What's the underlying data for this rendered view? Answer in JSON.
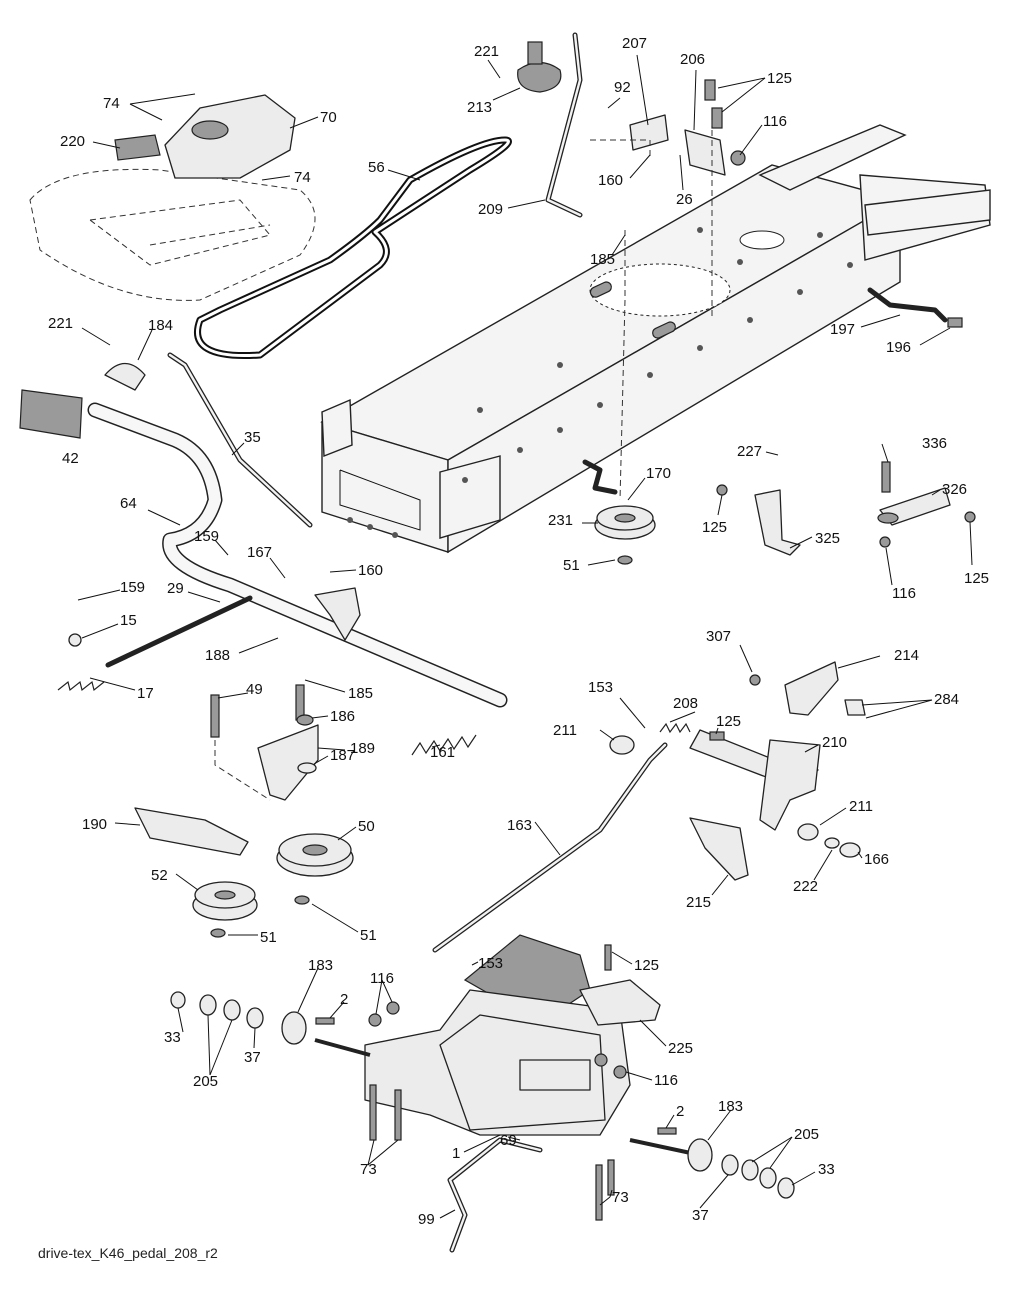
{
  "caption": "drive-tex_K46_pedal_208_r2",
  "callouts": {
    "c1": "221",
    "c2": "213",
    "c3": "207",
    "c4": "206",
    "c5": "125",
    "c6": "92",
    "c7": "74",
    "c8": "70",
    "c9": "220",
    "c10": "74",
    "c11": "56",
    "c12": "116",
    "c13": "160",
    "c14": "26",
    "c15": "209",
    "c16": "185",
    "c17": "197",
    "c18": "196",
    "c19": "221",
    "c20": "184",
    "c21": "42",
    "c22": "35",
    "c23": "227",
    "c24": "336",
    "c25": "170",
    "c26": "326",
    "c27": "64",
    "c28": "231",
    "c29": "125",
    "c30": "325",
    "c31": "159",
    "c32": "167",
    "c33": "160",
    "c34": "51",
    "c35": "125",
    "c36": "116",
    "c37": "159",
    "c38": "29",
    "c39": "15",
    "c40": "188",
    "c41": "307",
    "c42": "214",
    "c43": "17",
    "c44": "49",
    "c45": "185",
    "c46": "153",
    "c47": "208",
    "c48": "284",
    "c49": "186",
    "c50": "211",
    "c51": "125",
    "c52": "210",
    "c53": "189",
    "c54": "161",
    "c55": "187",
    "c56": "190",
    "c57": "50",
    "c58": "163",
    "c59": "211",
    "c60": "52",
    "c61": "222",
    "c62": "166",
    "c63": "215",
    "c64": "51",
    "c65": "51",
    "c66": "153",
    "c67": "125",
    "c68": "183",
    "c69": "116",
    "c70": "2",
    "c71": "33",
    "c72": "225",
    "c73": "205",
    "c74": "37",
    "c75": "116",
    "c76": "2",
    "c77": "183",
    "c78": "205",
    "c79": "1",
    "c80": "69",
    "c81": "73",
    "c82": "33",
    "c83": "73",
    "c84": "37",
    "c85": "99"
  }
}
